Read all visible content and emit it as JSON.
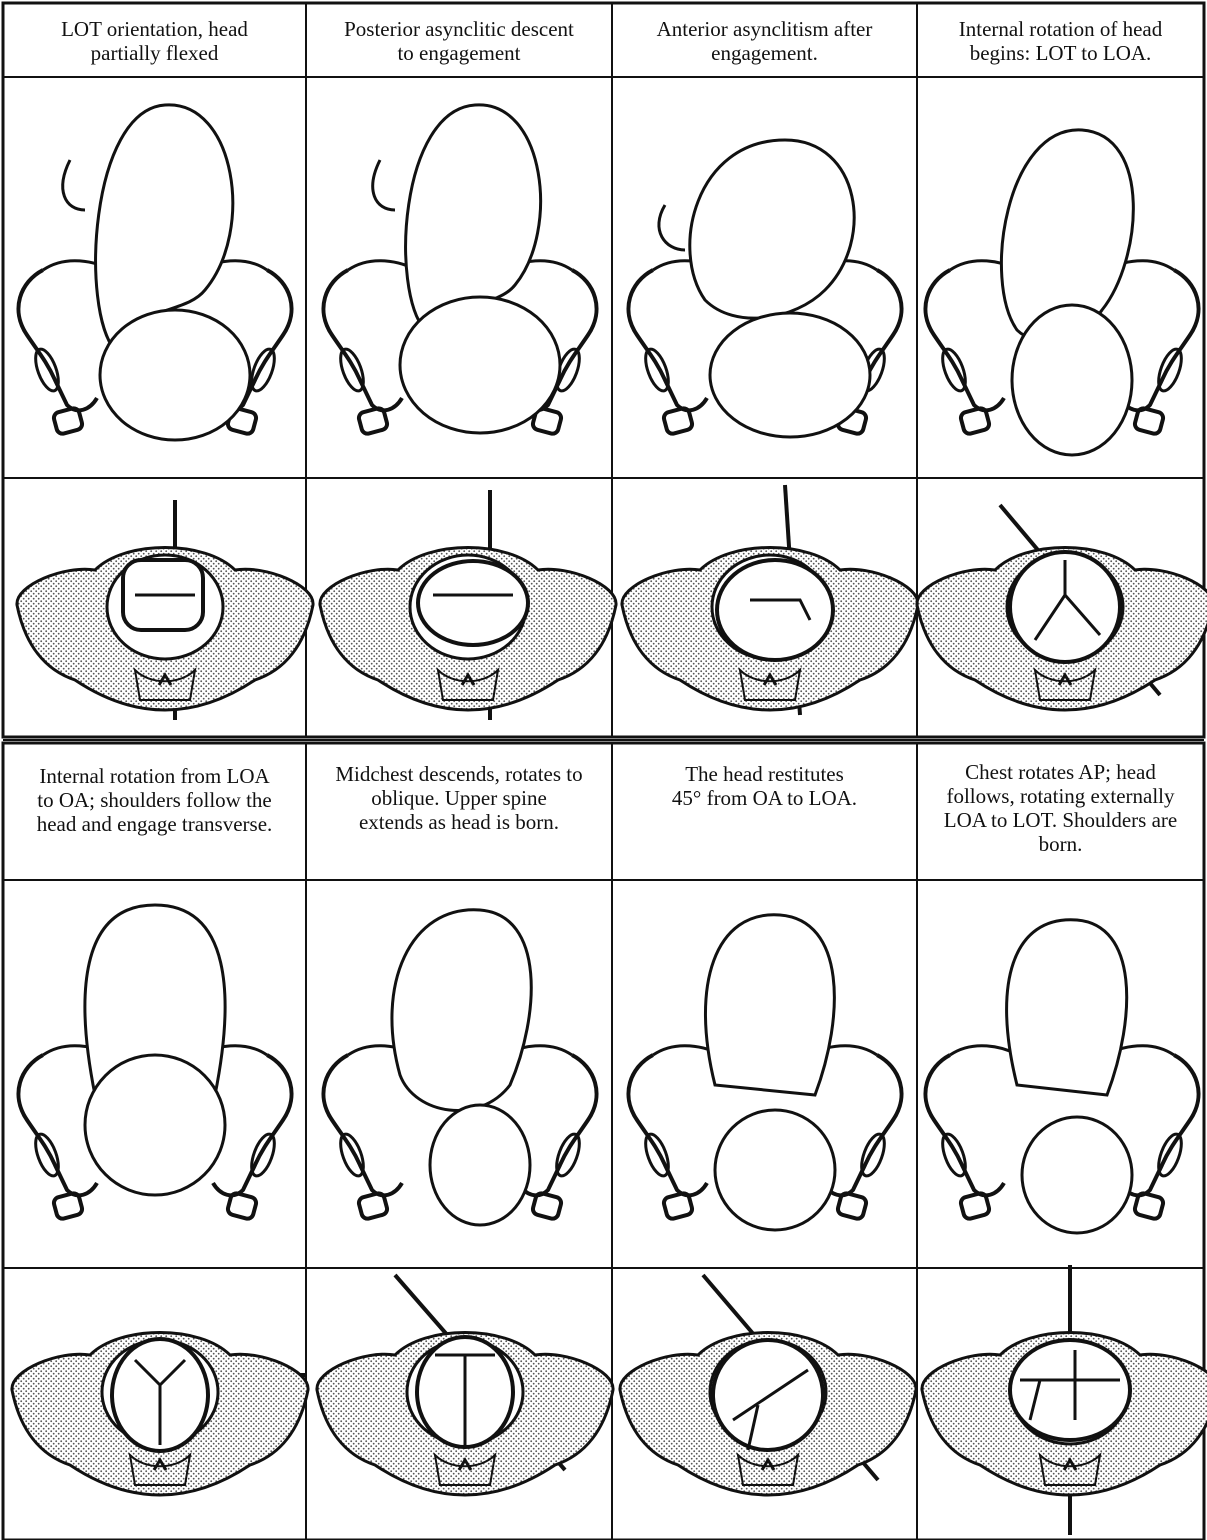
{
  "rows": [
    {
      "captions": [
        "LOT orientation, head\npartially flexed",
        "Posterior asynclitic descent\nto engagement",
        "Anterior asynclitism after\nengagement.",
        "Internal rotation of head\nbegins: LOT to LOA."
      ]
    },
    {
      "captions": [
        "Internal rotation from LOA\nto OA; shoulders follow the\nhead and engage transverse.",
        "Midchest descends, rotates to\noblique.  Upper spine\nextends as head is born.",
        "The head restitutes\n45° from OA to LOA.",
        "Chest rotates AP; head\nfollows, rotating externally\nLOA to LOT.  Shoulders are\nborn."
      ]
    }
  ],
  "colors": {
    "line": "#111111",
    "stipple": "#bdbdbd",
    "paper": "#ffffff"
  }
}
